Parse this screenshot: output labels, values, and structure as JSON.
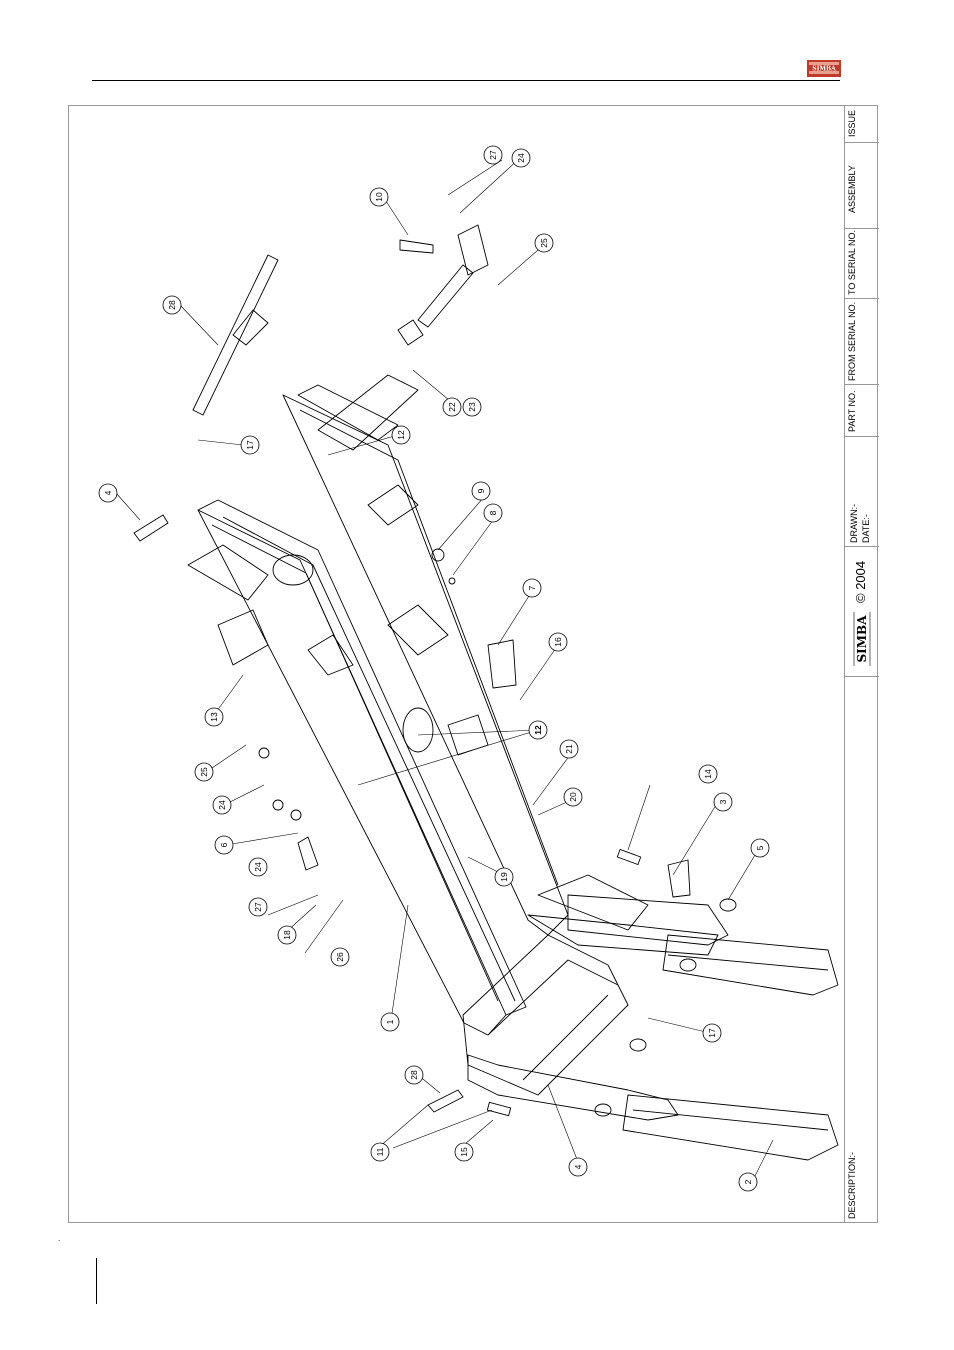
{
  "title_block": {
    "issue_label": "ISSUE",
    "assembly_label": "ASSEMBLY",
    "to_serial_label": "TO SERIAL NO.",
    "from_serial_label": "FROM SERIAL NO.",
    "part_no_label": "PART NO.",
    "drawn_label": "DRAWN:-",
    "date_label": "DATE:-",
    "copyright": "© 2004",
    "description_label": "DESCRIPTION:-"
  },
  "logo": {
    "text": "SIMBA",
    "accent_color": "#c0392b"
  },
  "callouts": [
    "1",
    "2",
    "3",
    "4",
    "4",
    "5",
    "6",
    "7",
    "8",
    "9",
    "10",
    "11",
    "12",
    "12",
    "13",
    "14",
    "15",
    "16",
    "17",
    "17",
    "18",
    "19",
    "20",
    "21",
    "22",
    "23",
    "24",
    "24",
    "24",
    "25",
    "25",
    "26",
    "26",
    "27",
    "27",
    "28",
    "28"
  ],
  "page_marker": "."
}
